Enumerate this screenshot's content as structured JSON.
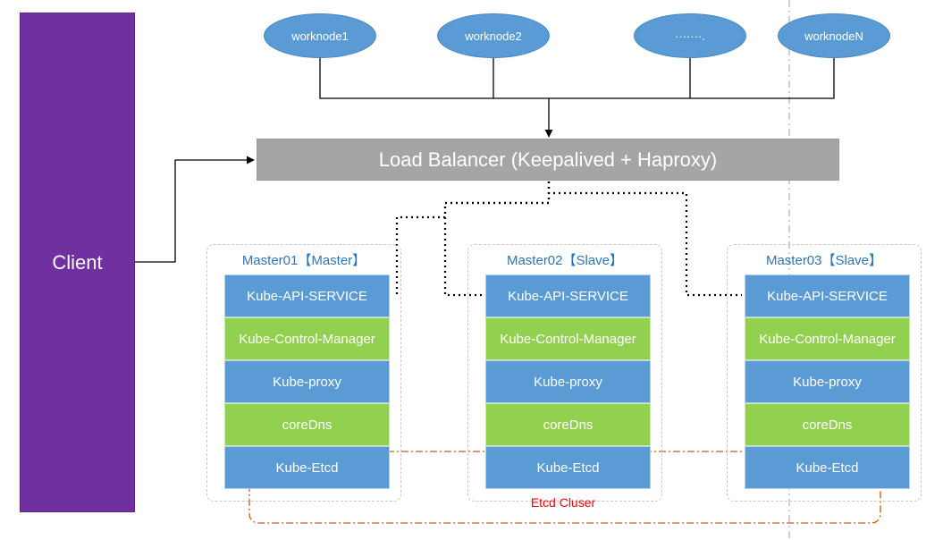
{
  "client": {
    "label": "Client"
  },
  "worknodes": [
    {
      "label": "worknode1"
    },
    {
      "label": "worknode2"
    },
    {
      "label": "·······."
    },
    {
      "label": "worknodeN"
    }
  ],
  "load_balancer": {
    "label": "Load Balancer (Keepalived + Haproxy)"
  },
  "masters": [
    {
      "title": "Master01【Master】",
      "components": [
        "Kube-API-SERVICE",
        "Kube-Control-Manager",
        "Kube-proxy",
        "coreDns",
        "Kube-Etcd"
      ]
    },
    {
      "title": "Master02【Slave】",
      "components": [
        "Kube-API-SERVICE",
        "Kube-Control-Manager",
        "Kube-proxy",
        "coreDns",
        "Kube-Etcd"
      ]
    },
    {
      "title": "Master03【Slave】",
      "components": [
        "Kube-API-SERVICE",
        "Kube-Control-Manager",
        "Kube-proxy",
        "coreDns",
        "Kube-Etcd"
      ]
    }
  ],
  "etcd_cluster": {
    "label": "Etcd Cluser"
  },
  "colors": {
    "client": "#7030a0",
    "node": "#5b9bd5",
    "load_balancer": "#a5a5a5",
    "component_blue": "#5b9bd5",
    "component_green": "#92d050",
    "master_title": "#2e75b6",
    "etcd_boundary": "#c55a11",
    "etcd_label": "#ff0000"
  }
}
